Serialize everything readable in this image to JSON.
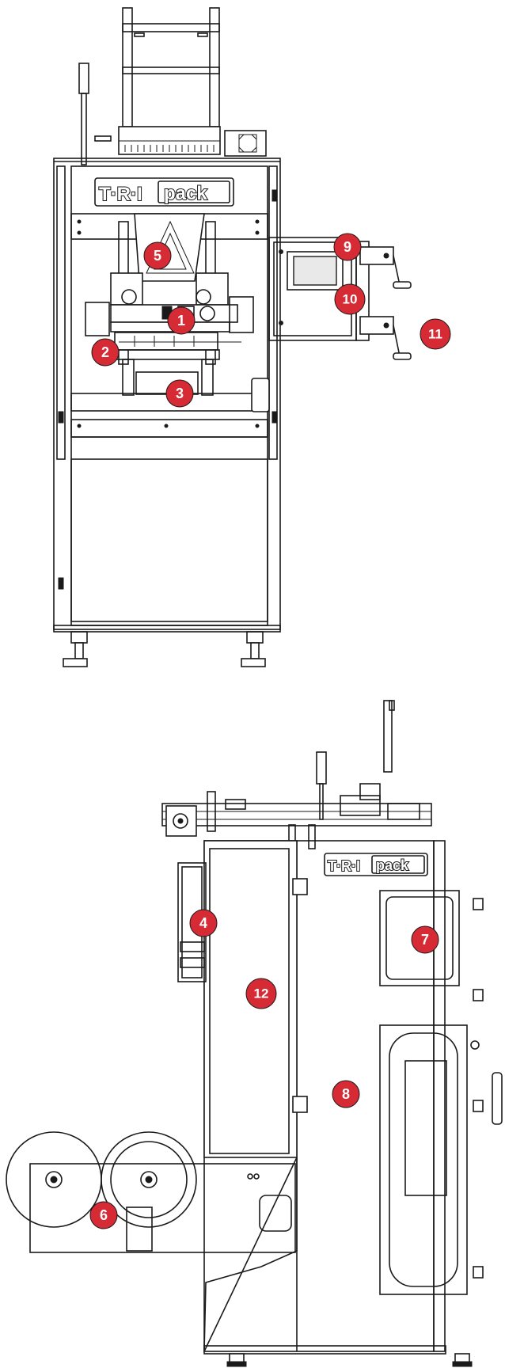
{
  "brand": {
    "left": "T·R·I",
    "right": "pack"
  },
  "colors": {
    "callout": "#d62b35",
    "line": "#1a1a1a",
    "background": "#ffffff"
  },
  "callouts": [
    "1",
    "2",
    "3",
    "4",
    "5",
    "6",
    "7",
    "8",
    "9",
    "10",
    "11",
    "12"
  ]
}
